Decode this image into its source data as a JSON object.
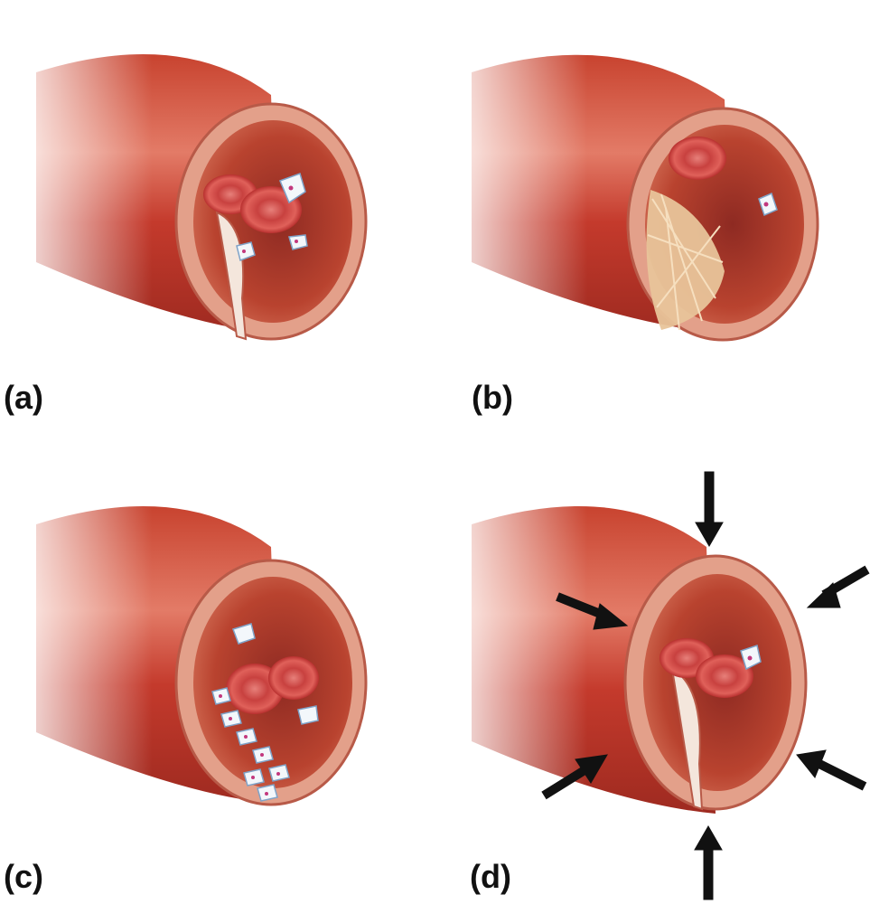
{
  "panels": [
    {
      "id": "a",
      "label": "(a)"
    },
    {
      "id": "b",
      "label": "(b)"
    },
    {
      "id": "c",
      "label": "(c)"
    },
    {
      "id": "d",
      "label": "(d)"
    }
  ],
  "colors": {
    "vessel_outer": "#c43a2c",
    "vessel_highlight": "#e98a78",
    "vessel_wall": "#e3a08a",
    "vessel_lumen": "#b0392c",
    "red_blood_cell": "#d94f4a",
    "platelet": "#f3f7fb",
    "platelet_granule": "#c2387e",
    "fibrin": "#e8c49a",
    "arrow": "#111111"
  }
}
